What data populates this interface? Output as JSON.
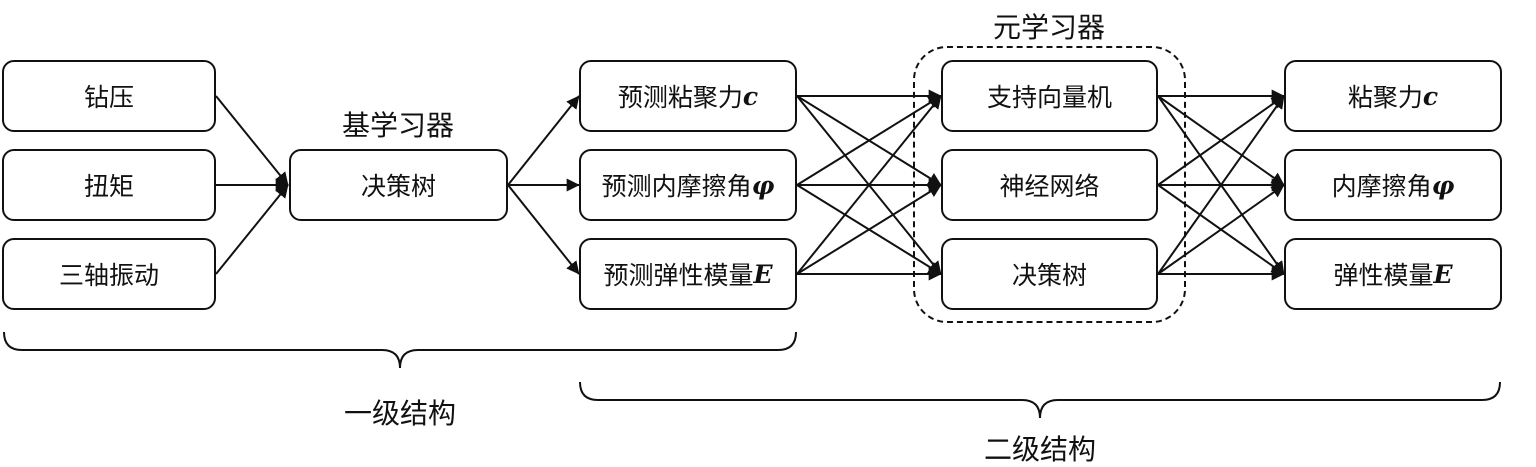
{
  "inputs": [
    "钻压",
    "扭矩",
    "三轴振动"
  ],
  "base_learner": {
    "label": "基学习器",
    "node": "决策树"
  },
  "predictions": [
    {
      "text": "预测粘聚力",
      "symbol": "c"
    },
    {
      "text": "预测内摩擦角",
      "symbol": "φ"
    },
    {
      "text": "预测弹性模量",
      "symbol": "E"
    }
  ],
  "meta_learner": {
    "label": "元学习器",
    "nodes": [
      "支持向量机",
      "神经网络",
      "决策树"
    ]
  },
  "outputs": [
    {
      "text": "粘聚力",
      "symbol": "c"
    },
    {
      "text": "内摩擦角",
      "symbol": "φ"
    },
    {
      "text": "弹性模量",
      "symbol": "E"
    }
  ],
  "braces": {
    "level1": "一级结构",
    "level2": "二级结构"
  }
}
